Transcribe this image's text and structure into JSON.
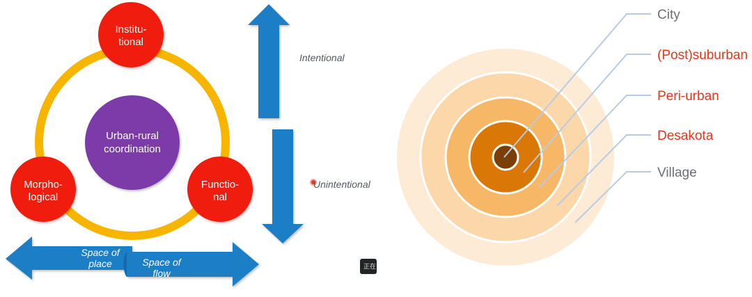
{
  "left_diagram": {
    "center": {
      "line1": "Urban-rural",
      "line2": "coordination"
    },
    "nodes": {
      "top": {
        "line1": "Institu-",
        "line2": "tional"
      },
      "left": {
        "line1": "Morpho-",
        "line2": "logical"
      },
      "right": {
        "line1": "Functio-",
        "line2": "nal"
      }
    },
    "vertical_arrows": {
      "up_label": "Intentional",
      "down_label": "Unintentional"
    },
    "horizontal_arrow": {
      "left_line1": "Space of",
      "left_line2": "place",
      "right_line1": "Space of",
      "right_line2": "flow"
    },
    "colors": {
      "ring": "#f7b500",
      "node": "#f01e0a",
      "center": "#7b3aa8",
      "arrow": "#1e7fc6"
    }
  },
  "tooltip": {
    "text": "正在"
  },
  "right_diagram": {
    "zones": [
      {
        "label": "City",
        "color": "#6b6f75"
      },
      {
        "label": "(Post)suburban",
        "color": "#f03218"
      },
      {
        "label": "Peri-urban",
        "color": "#f03218"
      },
      {
        "label": "Desakota",
        "color": "#f03218"
      },
      {
        "label": "Village",
        "color": "#6b6f75"
      }
    ],
    "ring_colors": [
      "#fdebd6",
      "#fbd7a9",
      "#f6b767",
      "#d97806",
      "#7a3f06"
    ]
  }
}
